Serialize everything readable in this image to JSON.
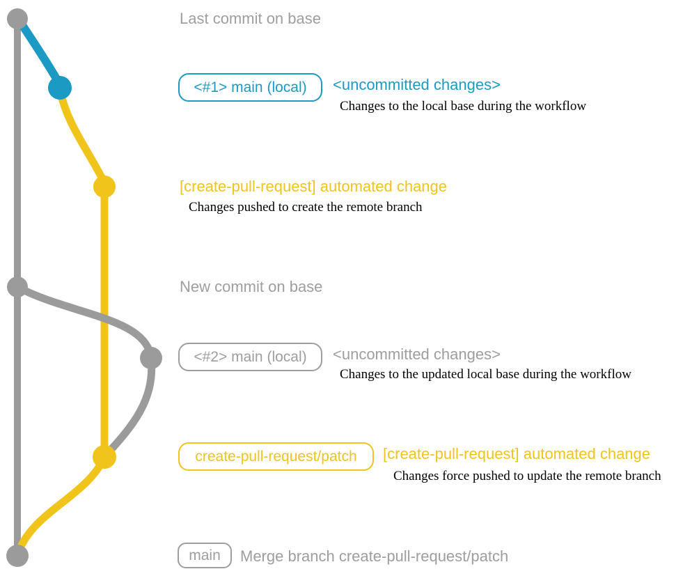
{
  "colors": {
    "teal": "#1B9AC4",
    "yellow": "#F0C41B",
    "gray": "#9B9B9B",
    "graytext": "#9E9E9E",
    "black": "#000000"
  },
  "rows": {
    "last_commit_on_base": {
      "label": "Last commit on base"
    },
    "local_main_1": {
      "badge": "<#1> main (local)",
      "note": "<uncommitted changes>",
      "detail": "Changes to the local base during the workflow"
    },
    "automated_change_1": {
      "note": "[create-pull-request] automated change",
      "detail": "Changes pushed to create the remote branch"
    },
    "new_commit_on_base": {
      "label": "New commit on base"
    },
    "local_main_2": {
      "badge": "<#2> main (local)",
      "note": "<uncommitted changes>",
      "detail": "Changes to the updated local base during the workflow"
    },
    "automated_change_2": {
      "badge": "create-pull-request/patch",
      "note": "[create-pull-request] automated change",
      "detail": "Changes force pushed to update the remote branch"
    },
    "merge_commit": {
      "badge": "main",
      "label": "Merge branch create-pull-request/patch"
    }
  }
}
